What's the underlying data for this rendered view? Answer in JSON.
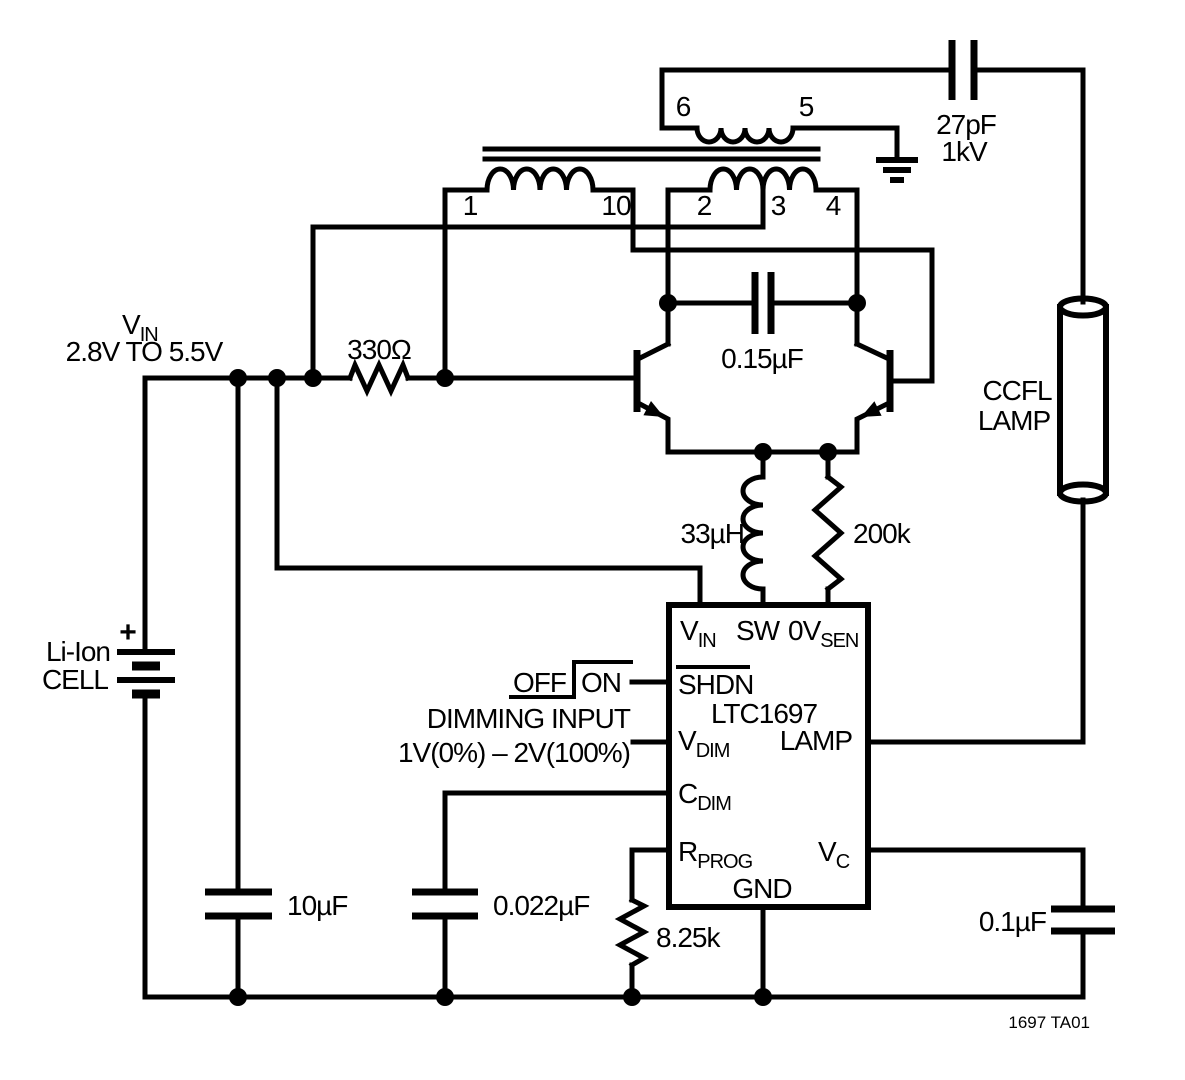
{
  "colors": {
    "ic_fill": "#D9C7D9",
    "line": "#000000",
    "background": "#FFFFFF"
  },
  "supply": {
    "name_main": "V",
    "name_sub": "IN",
    "range": "2.8V TO 5.5V"
  },
  "battery": {
    "plus": "+",
    "label_line1": "Li-Ion",
    "label_line2": "CELL"
  },
  "transformer": {
    "pin1": "1",
    "pin10": "10",
    "pin2": "2",
    "pin3": "3",
    "pin4": "4",
    "pin5": "5",
    "pin6": "6"
  },
  "components": {
    "base_resistor": "330Ω",
    "resonant_cap": "0.15µF",
    "royer_inductor": "33µH",
    "feedback_resistor": "200k",
    "ballast_cap": "27pF",
    "ballast_cap_rating": "1kV",
    "input_cap": "10µF",
    "dim_cap": "0.022µF",
    "prog_resistor": "8.25k",
    "comp_cap": "0.1µF"
  },
  "lamp": {
    "label_line1": "CCFL",
    "label_line2": "LAMP"
  },
  "ic": {
    "part_number": "LTC1697",
    "pins": {
      "vin_main": "V",
      "vin_sub": "IN",
      "sw": "SW",
      "ovsen_main": "0V",
      "ovsen_sub": "SEN",
      "shdn": "SHDN",
      "vdim_main": "V",
      "vdim_sub": "DIM",
      "cdim_main": "C",
      "cdim_sub": "DIM",
      "rprog_main": "R",
      "rprog_sub": "PROG",
      "lamp": "LAMP",
      "vc_main": "V",
      "vc_sub": "C",
      "gnd": "GND"
    }
  },
  "controls": {
    "shutdown_off": "OFF",
    "shutdown_on": "ON",
    "dimming_label": "DIMMING INPUT",
    "dimming_range": "1V(0%) – 2V(100%)"
  },
  "footer": {
    "figure_tag": "1697 TA01"
  }
}
